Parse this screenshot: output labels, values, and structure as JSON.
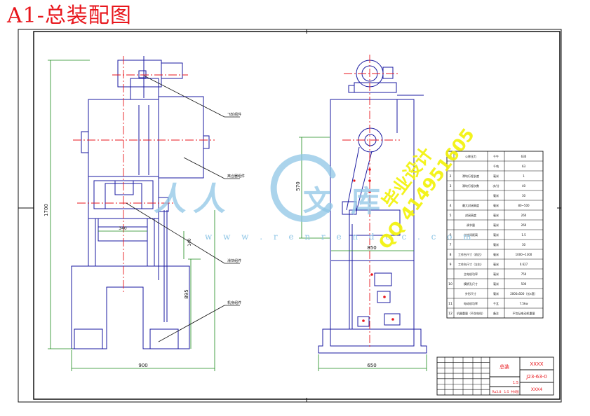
{
  "title": "A1-总装配图",
  "watermark": {
    "url": "w w w . r e n r e n d o c . c o m",
    "designer": "毕业设计",
    "qq": "QQ 414951605",
    "logo_chars": [
      "人",
      "人",
      "文",
      "库"
    ]
  },
  "dimensions": {
    "front_width": "900",
    "front_height": "1700",
    "bed_height": "895",
    "slot_width": "340",
    "stroke": "140",
    "side_width": "850",
    "side_depth": "650",
    "side_height": "570"
  },
  "leaders": [
    "飞轮组件",
    "离合器组件",
    "滑块组件",
    "机身组件"
  ],
  "spec_table": {
    "rows": [
      [
        "1",
        "公称压力",
        "千牛",
        "630"
      ],
      [
        "",
        "",
        "千吨",
        "63"
      ],
      [
        "2",
        "滑块行程长度",
        "毫米",
        "1"
      ],
      [
        "3",
        "滑块行程次数",
        "次/分",
        "40"
      ],
      [
        "",
        "",
        "毫米",
        "30"
      ],
      [
        "4",
        "最大封闭高度",
        "毫米",
        "80~500"
      ],
      [
        "5",
        "封闭高度",
        "毫米",
        "260"
      ],
      [
        "",
        "调节量",
        "毫米",
        "260"
      ],
      [
        "6",
        "立柱间距离",
        "毫米",
        "1.5"
      ],
      [
        "7",
        "",
        "毫米",
        "30"
      ],
      [
        "8",
        "工作台尺寸（前后）",
        "毫米",
        "1000~1300"
      ],
      [
        "9",
        "工作台尺寸（左右）",
        "毫米",
        "0.627"
      ],
      [
        "",
        "主电机功率",
        "毫米",
        "750"
      ],
      [
        "10",
        "模柄孔尺寸",
        "毫米",
        "500"
      ],
      [
        "",
        "外形尺寸",
        "毫米",
        "2000x500（长x宽）"
      ],
      [
        "11",
        "电动机功率",
        "千瓦",
        "7.5kw"
      ],
      [
        "12",
        "机器重量（不含电机）",
        "备注",
        "不包括电动机重量"
      ]
    ]
  },
  "title_block": {
    "company": "XXXX",
    "drawing_no": "J23-63-0",
    "name": "总装",
    "sheet": "XXX4",
    "scale_label": "1:5",
    "small_labels": [
      "Ra3.8",
      "1:5",
      "共4张"
    ]
  },
  "colors": {
    "frame": "#111111",
    "drawing": "#1a1aa0",
    "center": "#e8161c",
    "dim": "#1a8a1a",
    "title": "#e8161c",
    "wm_blue": "#8fc6e6",
    "wm_yellow": "#f3f20a"
  }
}
